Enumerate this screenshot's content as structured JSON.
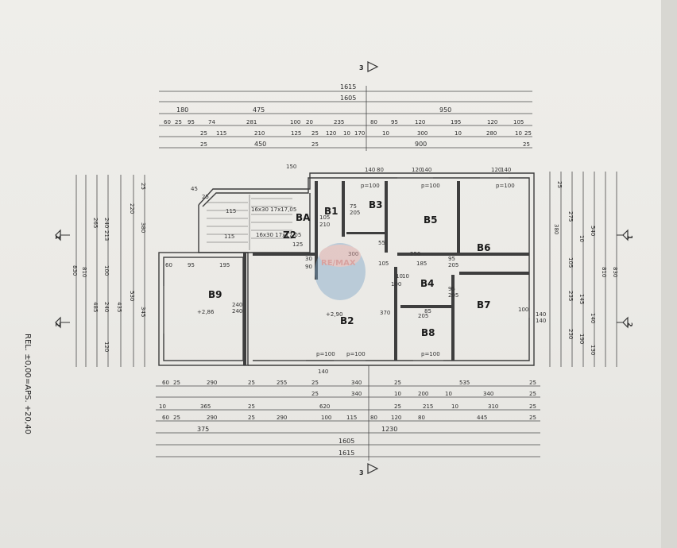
{
  "section_marks": {
    "top": "3",
    "bottom": "3",
    "left_upper": "1",
    "left_lower": "2",
    "right_upper": "1",
    "right_lower": "2"
  },
  "side_note": "REL. ±0,00=APS. +20,40",
  "watermark": "RE/MAX",
  "rooms": [
    {
      "id": "B1",
      "label": "B1"
    },
    {
      "id": "B2",
      "label": "B2",
      "level": "+2,90"
    },
    {
      "id": "B3",
      "label": "B3"
    },
    {
      "id": "B4",
      "label": "B4"
    },
    {
      "id": "B5",
      "label": "B5"
    },
    {
      "id": "B6",
      "label": "B6"
    },
    {
      "id": "B7",
      "label": "B7"
    },
    {
      "id": "B8",
      "label": "B8"
    },
    {
      "id": "B9",
      "label": "B9",
      "level": "+2,86"
    },
    {
      "id": "BA",
      "label": "BA"
    },
    {
      "id": "Z2",
      "label": "Z2"
    }
  ],
  "stairs": {
    "left": "16x30\n17x17,05",
    "right": "16x30\n17x17,05"
  },
  "top_dims": {
    "row1": [
      "1615"
    ],
    "row2": [
      "1605"
    ],
    "row3": [
      "180",
      "475",
      "950"
    ],
    "row4": [
      "60",
      "25",
      "95",
      "74",
      "281",
      "100",
      "20",
      "235",
      "80",
      "95",
      "120",
      "195",
      "120",
      "105"
    ],
    "row5": [
      "25",
      "115",
      "210",
      "125",
      "25",
      "120",
      "10",
      "170",
      "10",
      "300",
      "10",
      "280",
      "10",
      "25"
    ],
    "row6": [
      "25",
      "450",
      "25",
      "900",
      "25"
    ]
  },
  "bottom_dims": {
    "row1": [
      "60",
      "25",
      "290",
      "25",
      "255",
      "25",
      "340",
      "25",
      "535",
      "25"
    ],
    "row2": [
      "25",
      "340",
      "10",
      "200",
      "10",
      "340",
      "25"
    ],
    "row3": [
      "10",
      "365",
      "25",
      "620",
      "25",
      "215",
      "10",
      "310",
      "25"
    ],
    "row4": [
      "60",
      "25",
      "290",
      "25",
      "290",
      "100",
      "115",
      "80",
      "120",
      "80",
      "445",
      "25"
    ],
    "row5": [
      "375",
      "1230"
    ],
    "row6": [
      "1605"
    ],
    "row7": [
      "1615"
    ]
  },
  "left_dims": [
    "830",
    "810",
    "265",
    "240",
    "213",
    "100",
    "220",
    "380",
    "530",
    "485",
    "240",
    "435",
    "345",
    "120",
    "25"
  ],
  "right_dims": [
    "830",
    "810",
    "540",
    "380",
    "275",
    "105",
    "235",
    "145",
    "140",
    "230",
    "190",
    "130",
    "25",
    "10"
  ],
  "interior_labels": [
    "150",
    "140",
    "80",
    "120",
    "140",
    "120",
    "140",
    "p=100",
    "p=100",
    "p=100",
    "p=100",
    "p=100",
    "p=100",
    "75",
    "205",
    "105",
    "210",
    "115",
    "115",
    "125",
    "300",
    "250",
    "185",
    "95",
    "205",
    "95",
    "205",
    "85",
    "205",
    "55",
    "105",
    "100",
    "195",
    "95",
    "60",
    "240",
    "240",
    "370",
    "100",
    "140",
    "140",
    "140",
    "10",
    "10",
    "25",
    "45",
    "30",
    "90"
  ]
}
